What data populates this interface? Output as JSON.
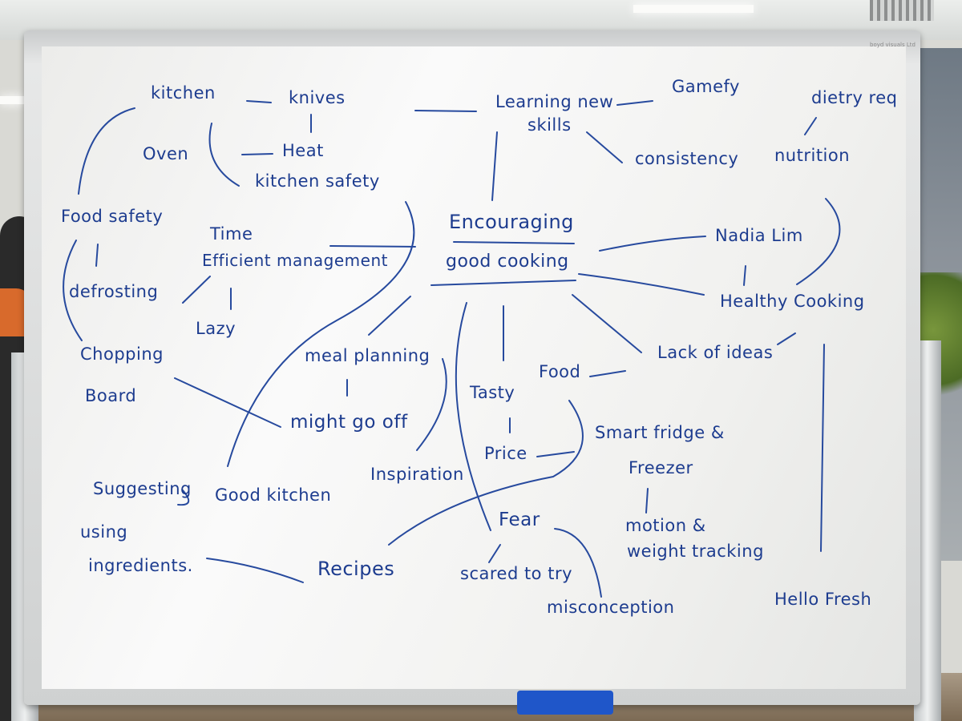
{
  "board": {
    "maker_label": "boyd visuals Ltd",
    "notes": {
      "kitchen": "kitchen",
      "knives": "knives",
      "oven": "Oven",
      "heat": "Heat",
      "kitchen_safety": "kitchen safety",
      "learning_new": "Learning new",
      "skills": "skills",
      "gamefy": "Gamefy",
      "dietry_req": "dietry req",
      "consistency": "consistency",
      "nutrition": "nutrition",
      "food_safety": "Food safety",
      "time": "Time",
      "efficient_management": "Efficient management",
      "encouraging": "Encouraging",
      "good_cooking": "good cooking",
      "nadia_lim": "Nadia Lim",
      "defrosting": "defrosting",
      "lazy": "Lazy",
      "healthy_cooking": "Healthy Cooking",
      "chopping": "Chopping",
      "board": "Board",
      "meal_planning": "meal planning",
      "lack_of_ideas": "Lack of ideas",
      "tasty": "Tasty",
      "food": "Food",
      "might_go_off": "might go off",
      "price": "Price",
      "smart_fridge": "Smart fridge &",
      "freezer": "Freezer",
      "suggesting": "Suggesting",
      "good_kitchen": "Good kitchen",
      "inspiration": "Inspiration",
      "using": "using",
      "fear": "Fear",
      "motion": "motion &",
      "weight_tracking": "weight tracking",
      "ingredients": "ingredients.",
      "recipes": "Recipes",
      "scared_to_try": "scared to try",
      "misconception": "misconception",
      "hello_fresh": "Hello Fresh"
    }
  }
}
